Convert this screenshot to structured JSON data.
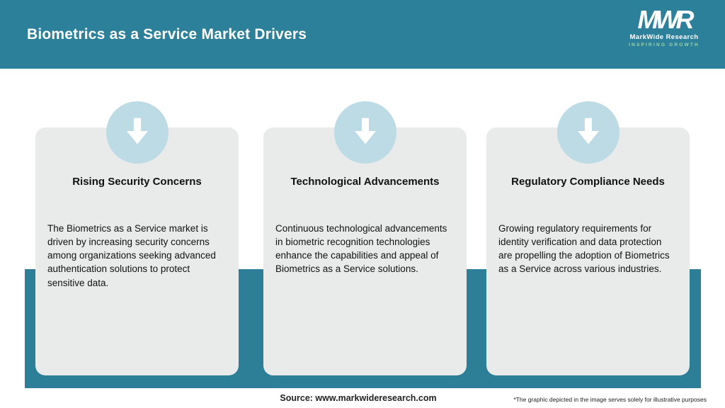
{
  "header": {
    "title": "Biometrics as a Service Market Drivers"
  },
  "logo": {
    "monogram": "MWR",
    "name": "MarkWide Research",
    "tagline": "INSPIRING GROWTH"
  },
  "cards": [
    {
      "title": "Rising Security Concerns",
      "body": "The Biometrics as a Service market is driven by increasing security concerns among organizations seeking advanced authentication solutions to protect sensitive data."
    },
    {
      "title": "Technological Advancements",
      "body": "Continuous technological advancements in biometric recognition technologies enhance the capabilities and appeal of Biometrics as a Service solutions."
    },
    {
      "title": "Regulatory Compliance Needs",
      "body": "Growing regulatory requirements for identity verification and data protection are propelling the adoption of Biometrics as a Service across various industries."
    }
  ],
  "footer": {
    "source": "Source: www.markwideresearch.com",
    "disclaimer": "*The graphic depicted in the image serves solely for illustrative purposes"
  },
  "colors": {
    "header_teal": "#2c8099",
    "band_teal": "#2c7f96",
    "circle_blue": "#bcdbe5",
    "card_gray": "#e9ebeb"
  }
}
